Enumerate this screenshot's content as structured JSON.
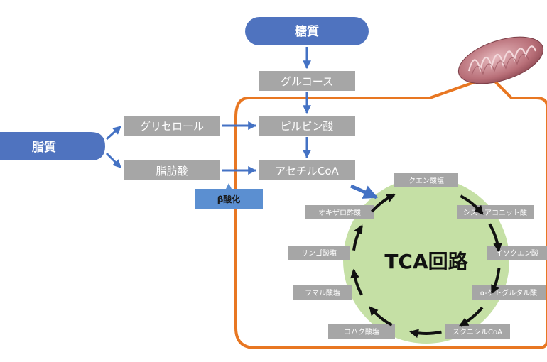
{
  "sources": {
    "sugar": "糖質",
    "lipid": "脂質"
  },
  "glycolysis": {
    "glucose": "グルコース",
    "pyruvate": "ピルビン酸",
    "acetyl_coa": "アセチルCoA"
  },
  "lipid_breakdown": {
    "glycerol": "グリセロール",
    "fatty_acid": "脂肪酸",
    "beta_oxidation": "β酸化"
  },
  "tca": {
    "center_label": "TCA回路",
    "metabolites": [
      "クエン酸塩",
      "シス・アコニット酸",
      "イソクエン酸",
      "α-ケトグルタル酸",
      "スクニシルCoA",
      "コハク酸塩",
      "フマル酸塩",
      "リンゴ酸塩",
      "オキザロ酢酸"
    ]
  },
  "colors": {
    "blue_pill": "#4f73bf",
    "gray_box": "#a6a6a6",
    "arrow_blue": "#4472c4",
    "beta_box": "#5b8fd1",
    "mito_border": "#e87722",
    "tca_circle": "#c5e0a5",
    "cycle_arrow": "#111111"
  }
}
